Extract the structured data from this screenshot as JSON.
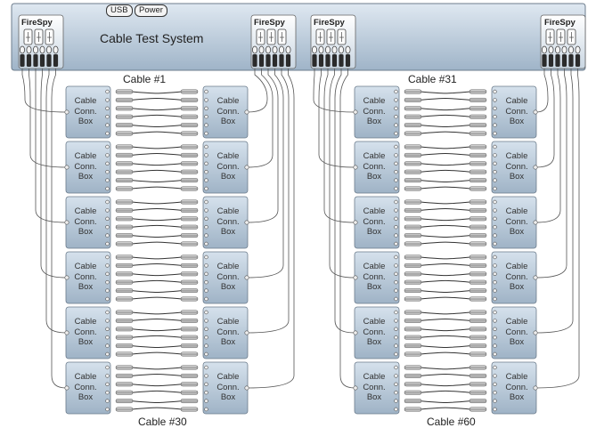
{
  "system": {
    "title": "Cable Test System",
    "usb_label": "USB",
    "power_label": "Power"
  },
  "firespy_label": "FireSpy",
  "box_label_lines": [
    "Cable",
    "Conn.",
    "Box"
  ],
  "cable_labels": {
    "left_top": "Cable #1",
    "left_bottom": "Cable #30",
    "right_top": "Cable #31",
    "right_bottom": "Cable #60"
  },
  "colors": {
    "panel": "#b8c8d8",
    "box": "#a9bccf",
    "wire": "#555555"
  }
}
